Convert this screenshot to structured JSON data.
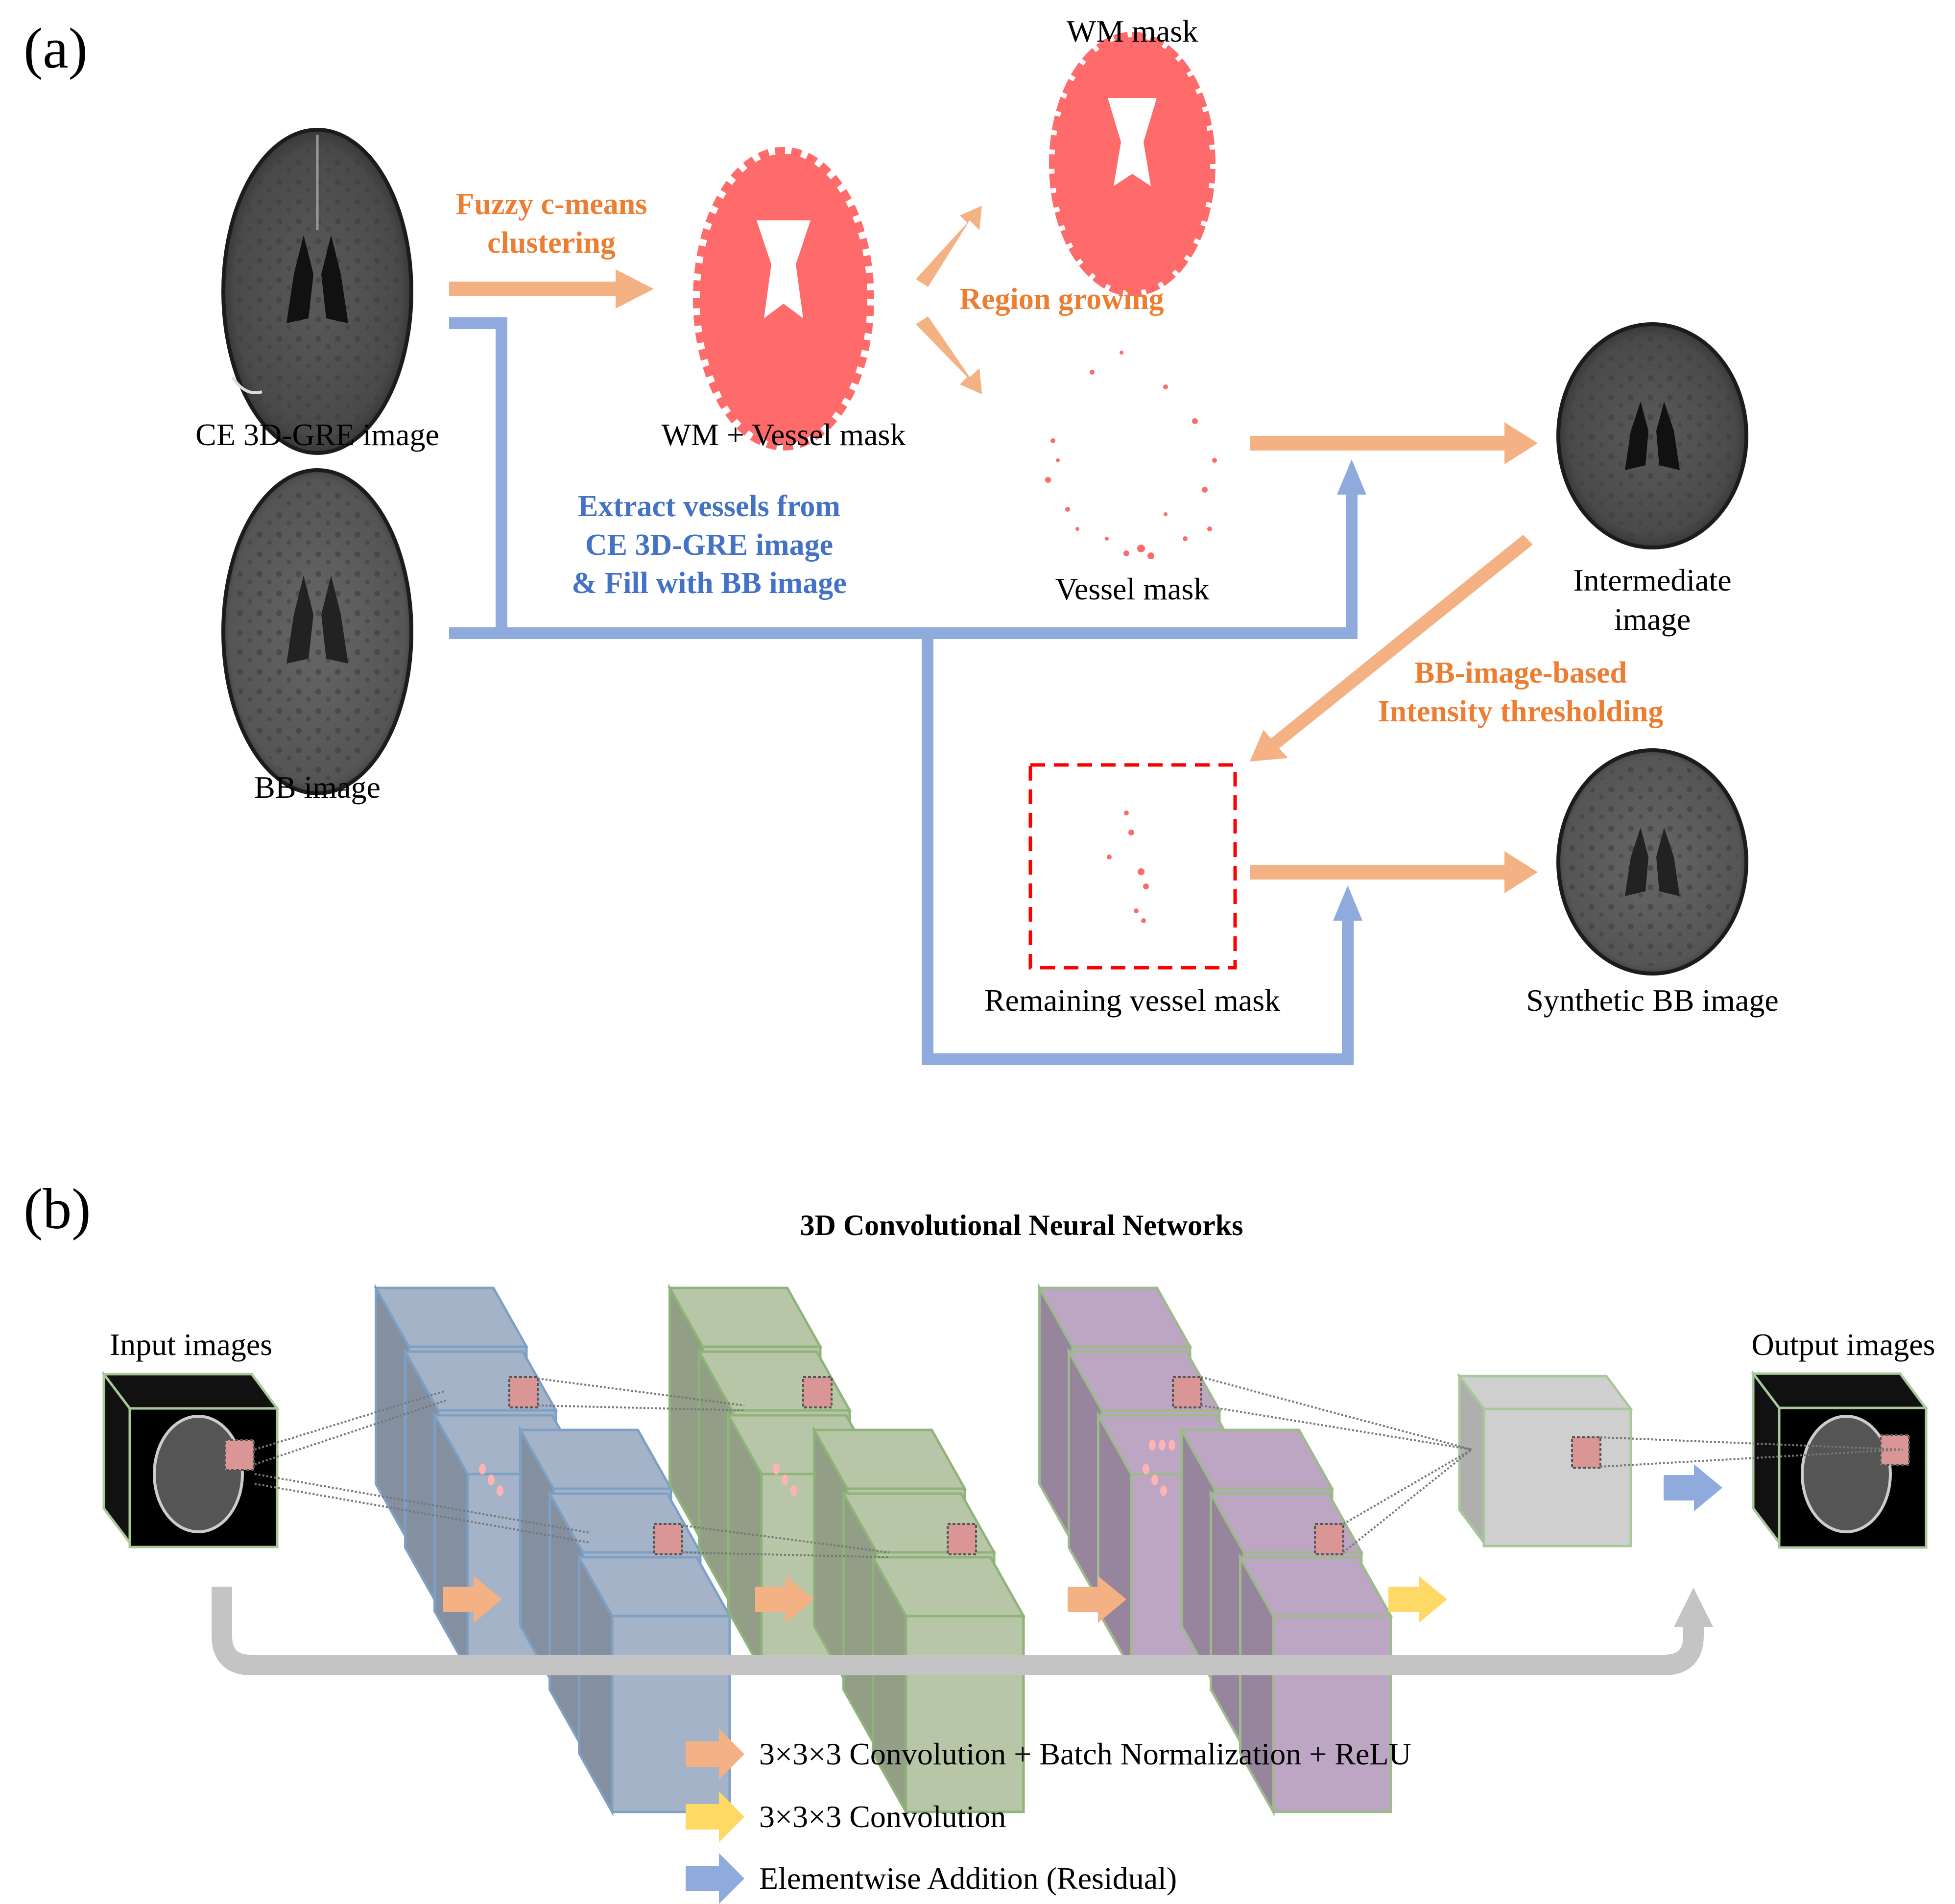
{
  "panel_a": {
    "label": "(a)",
    "images": {
      "ce_gre": "CE 3D-GRE image",
      "bb": "BB image",
      "wm_vessel_mask": "WM + Vessel mask",
      "wm_mask": "WM mask",
      "vessel_mask": "Vessel mask",
      "intermediate": [
        "Intermediate",
        "image"
      ],
      "remaining_vessel_mask": "Remaining vessel mask",
      "synthetic_bb": "Synthetic BB image"
    },
    "steps": {
      "fuzzy": [
        "Fuzzy c-means",
        "clustering"
      ],
      "region_growing": "Region growing",
      "extract": [
        "Extract vessels from",
        "CE 3D-GRE image",
        "& Fill with BB image"
      ],
      "threshold": [
        "BB-image-based",
        "Intensity thresholding"
      ]
    },
    "colors": {
      "process_arrow": "#F4B183",
      "process_text": "#ED7D31",
      "fill_arrow": "#8FAADC",
      "fill_text": "#4472C4",
      "mask": "#FF6B6B",
      "highlight_box": "#FF0000"
    }
  },
  "panel_b": {
    "label": "(b)",
    "title": "3D Convolutional Neural Networks",
    "input_label": "Input images",
    "output_label": "Output images",
    "layer_groups": [
      {
        "name": "block-1",
        "color": "#A5B3C8",
        "edge": "#7DA0C4"
      },
      {
        "name": "block-2",
        "color": "#B7C6A6",
        "edge": "#8FB47A"
      },
      {
        "name": "block-n",
        "color": "#BDA6C4",
        "edge": "#9DBA8A"
      }
    ],
    "output_layer_color": "#CFCFCF",
    "legend": [
      {
        "color": "#F4B183",
        "text": "3×3×3 Convolution + Batch Normalization + ReLU"
      },
      {
        "color": "#FFD966",
        "text": "3×3×3 Convolution"
      },
      {
        "color": "#8FAADC",
        "text": "Elementwise Addition (Residual)"
      }
    ]
  }
}
